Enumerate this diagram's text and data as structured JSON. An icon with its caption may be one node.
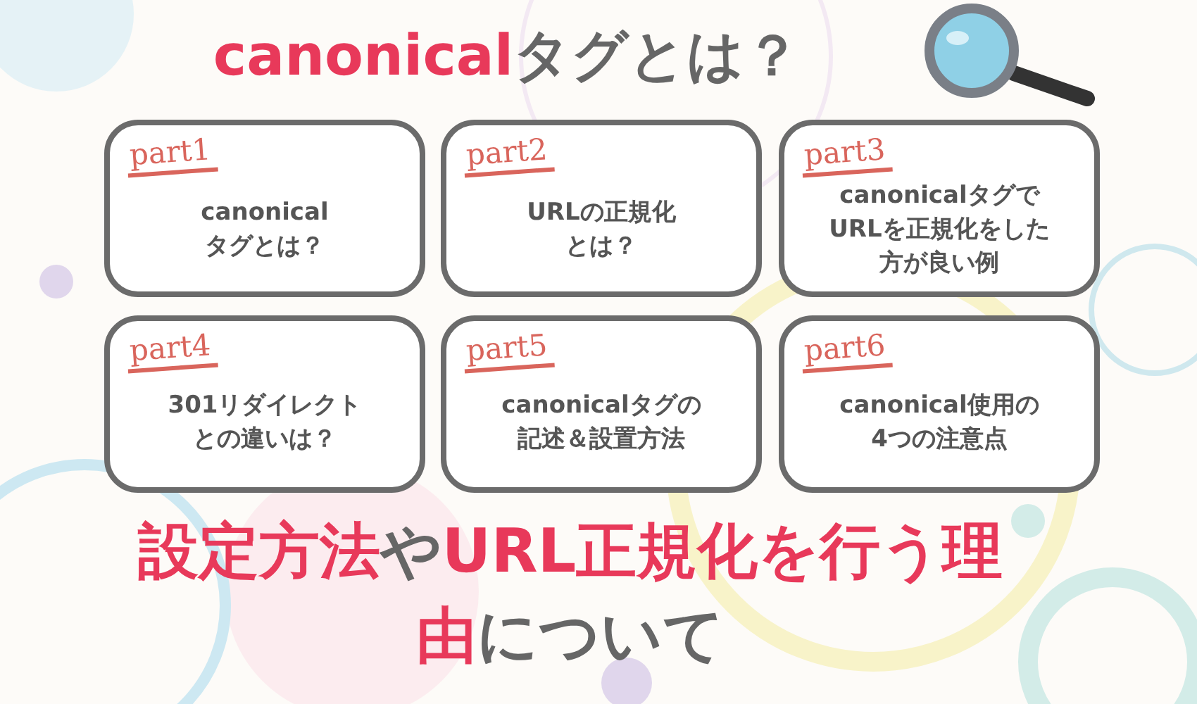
{
  "diagram": {
    "title": "**canonical**タグとは？",
    "caption": "**設定方法**や**URL正規化を行う理由**について",
    "nodes": [
      {
        "text": [
          "part1",
          "canonicalタグとは？"
        ]
      },
      {
        "text": [
          "part2",
          "URLの正規化とは？"
        ]
      },
      {
        "text": [
          "part3",
          "canonicalタグでURLを正規化をした方が良い例"
        ]
      },
      {
        "text": [
          "part4",
          "301リダイレクトとの違いは？"
        ]
      },
      {
        "text": [
          "part5",
          "canonicalタグの記述＆設置方法"
        ]
      },
      {
        "text": [
          "part6",
          "canonical使用の4つの注意点"
        ]
      }
    ]
  }
}
